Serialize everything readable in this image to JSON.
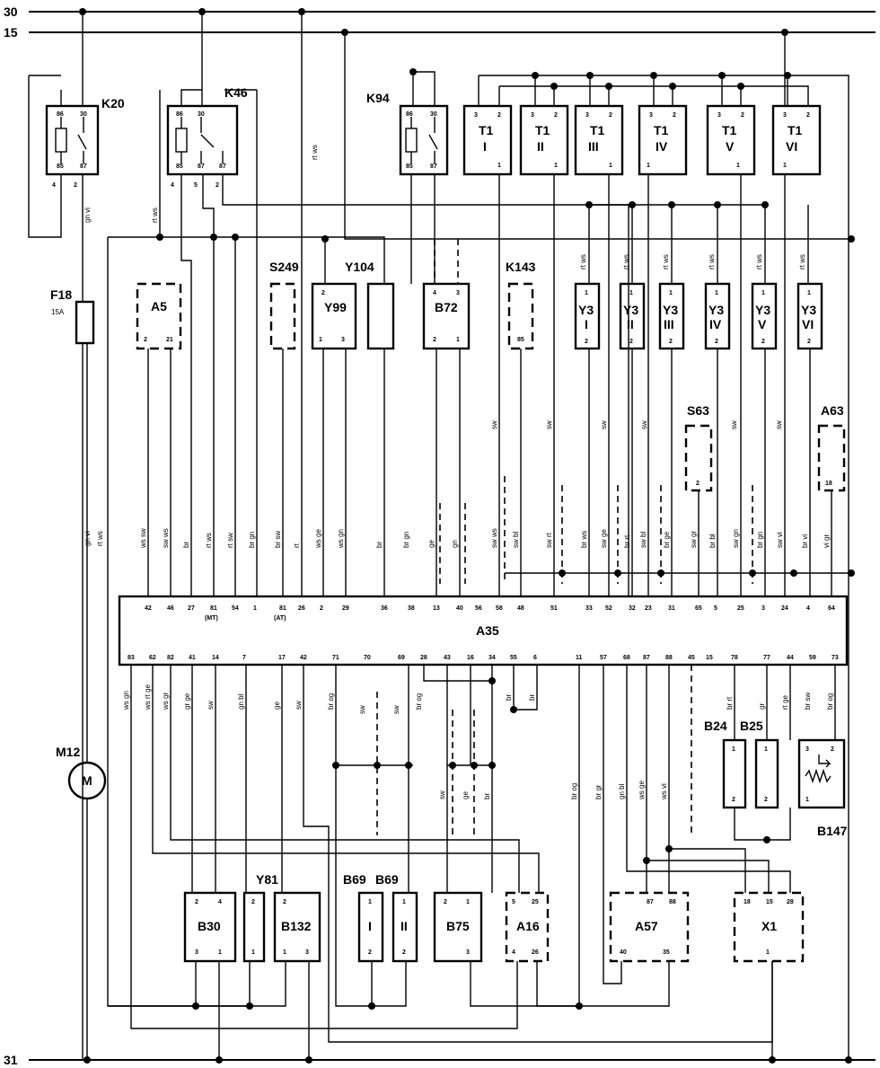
{
  "rails": {
    "r30": "30",
    "r15": "15",
    "r31": "31"
  },
  "components": {
    "K20": "K20",
    "K46": "K46",
    "K94": "K94",
    "T1_I": [
      "T1",
      "I"
    ],
    "T1_II": [
      "T1",
      "II"
    ],
    "T1_III": [
      "T1",
      "III"
    ],
    "T1_IV": [
      "T1",
      "IV"
    ],
    "T1_V": [
      "T1",
      "V"
    ],
    "T1_VI": [
      "T1",
      "VI"
    ],
    "F18": "F18",
    "F18_rating": "15A",
    "A5": "A5",
    "S249": "S249",
    "Y104": "Y104",
    "Y99": "Y99",
    "B72": "B72",
    "K143": "K143",
    "Y3_I": [
      "Y3",
      "I"
    ],
    "Y3_II": [
      "Y3",
      "II"
    ],
    "Y3_III": [
      "Y3",
      "III"
    ],
    "Y3_IV": [
      "Y3",
      "IV"
    ],
    "Y3_V": [
      "Y3",
      "V"
    ],
    "Y3_VI": [
      "Y3",
      "VI"
    ],
    "S63": "S63",
    "A63": "A63",
    "A35": "A35",
    "M12": "M12",
    "M": "M",
    "B24": "B24",
    "B25": "B25",
    "B147": "B147",
    "Y81": "Y81",
    "B30": "B30",
    "B132": "B132",
    "B69a": "B69",
    "B69b": "B69",
    "B69_I": "I",
    "B69_II": "II",
    "B75": "B75",
    "A16": "A16",
    "A57": "A57",
    "X1": "X1"
  },
  "a35_pins_top": [
    "42",
    "46",
    "27",
    "81",
    "54",
    "1",
    "81",
    "26",
    "2",
    "29",
    "36",
    "38",
    "13",
    "40",
    "56",
    "58",
    "48",
    "51",
    "33",
    "52",
    "32",
    "23",
    "31",
    "65",
    "5",
    "25",
    "3",
    "24",
    "4",
    "64"
  ],
  "a35_pins_top_notes": {
    "mt": "(MT)",
    "at": "(AT)"
  },
  "a35_pins_bottom": [
    "83",
    "62",
    "82",
    "41",
    "14",
    "7",
    "17",
    "42",
    "71",
    "70",
    "69",
    "28",
    "43",
    "16",
    "34",
    "55",
    "6",
    "11",
    "57",
    "68",
    "87",
    "88",
    "45",
    "15",
    "78",
    "77",
    "44",
    "59",
    "73"
  ],
  "wire_colors_top": [
    "ws sw",
    "sw ws",
    "br",
    "rt ws",
    "rt sw",
    "br gn",
    "br sw",
    "rt",
    "ws ge",
    "ws gn",
    "br",
    "br gn",
    "ge",
    "gn",
    "sw ws",
    "sw bl",
    "sw rt",
    "br ws",
    "sw ge",
    "br rt",
    "sw bl",
    "br ge",
    "sw gr",
    "br bl",
    "sw gn",
    "br gn",
    "sw vi",
    "br vi",
    "vi gr"
  ],
  "wire_colors_bottom": [
    "ws gn",
    "ws rt ge",
    "ws gr",
    "gr ge",
    "sw",
    "gn bl",
    "ge",
    "sw",
    "br og",
    "sw",
    "sw",
    "br og",
    "sw",
    "ge",
    "br",
    "br",
    "br",
    "br og",
    "br gr",
    "gn bl",
    "ws ge",
    "ws vi",
    "br rt",
    "gr",
    "rt ge",
    "br sw",
    "br og"
  ],
  "wire_colors_misc": {
    "gn_vi": "gn vi",
    "rt_ws": "rt ws",
    "sw": "sw"
  }
}
